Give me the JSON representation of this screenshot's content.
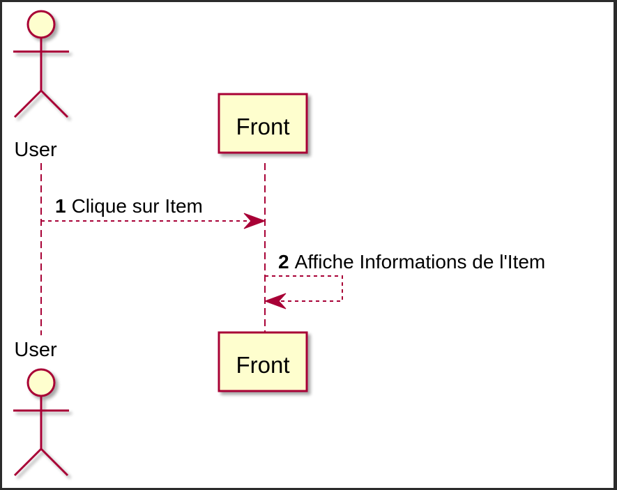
{
  "diagram": {
    "type": "sequence",
    "colors": {
      "line": "#A80036",
      "box_fill": "#FEFECE",
      "text": "#000000"
    },
    "participants": [
      {
        "id": "user",
        "kind": "actor",
        "label_top": "User",
        "label_bottom": "User"
      },
      {
        "id": "front",
        "kind": "participant",
        "label_top": "Front",
        "label_bottom": "Front"
      }
    ],
    "messages": [
      {
        "number": "1",
        "text": "Clique sur Item",
        "from": "user",
        "to": "front",
        "style": "dashed"
      },
      {
        "number": "2",
        "text": "Affiche Informations de l'Item",
        "from": "front",
        "to": "front",
        "style": "dashed"
      }
    ]
  }
}
